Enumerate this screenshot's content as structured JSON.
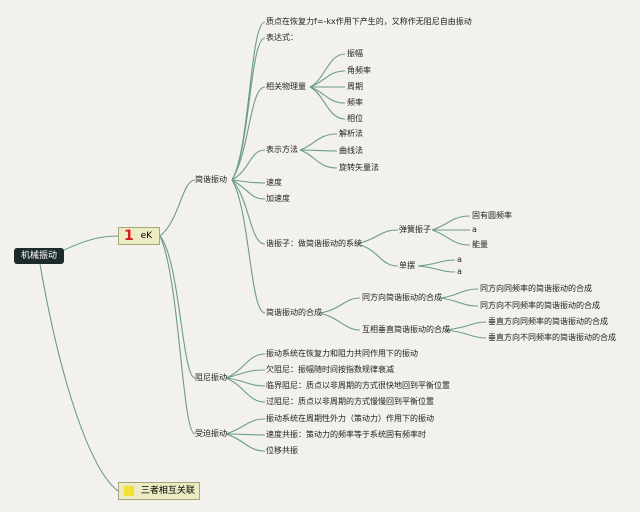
{
  "root": "机械振动",
  "hub_num": "1",
  "hub_text": "eK",
  "hub2_text": "三者相互关联",
  "shm": {
    "label": "简谐振动",
    "definition": "质点在恢复力f=-kx作用下产生的，又称作无阻尼自由振动",
    "expression": "表达式：",
    "physical_quantities": {
      "label": "相关物理量",
      "items": [
        "振幅",
        "角频率",
        "周期",
        "频率",
        "相位"
      ]
    },
    "representation": {
      "label": "表示方法",
      "items": [
        "解析法",
        "曲线法",
        "旋转矢量法"
      ]
    },
    "velocity": "速度",
    "acceleration": "加速度",
    "oscillator": {
      "label": "谐振子：做简谐振动的系统",
      "spring": {
        "label": "弹簧振子",
        "items": [
          "固有圆频率",
          "a",
          "能量"
        ]
      },
      "pendulum": {
        "label": "单摆",
        "items": [
          "a",
          "a"
        ]
      }
    },
    "composition": {
      "label": "简谐振动的合成",
      "same_dir": {
        "label": "同方向简谐振动的合成",
        "items": [
          "同方向同频率的简谐振动的合成",
          "同方向不同频率的简谐振动的合成"
        ]
      },
      "perp": {
        "label": "互相垂直简谐振动的合成",
        "items": [
          "垂直方向同频率的简谐振动的合成",
          "垂直方向不同频率的简谐振动的合成"
        ]
      }
    }
  },
  "damped": {
    "label": "阻尼振动",
    "items": [
      "振动系统在恢复力和阻力共同作用下的振动",
      "欠阻尼：振幅随时间按指数规律衰减",
      "临界阻尼：质点以非周期的方式很快地回到平衡位置",
      "过阻尼：质点以非周期的方式慢慢回到平衡位置"
    ]
  },
  "forced": {
    "label": "受迫振动",
    "items": [
      "振动系统在周期性外力（策动力）作用下的振动",
      "速度共振：策动力的频率等于系统固有频率时",
      "位移共振"
    ]
  }
}
